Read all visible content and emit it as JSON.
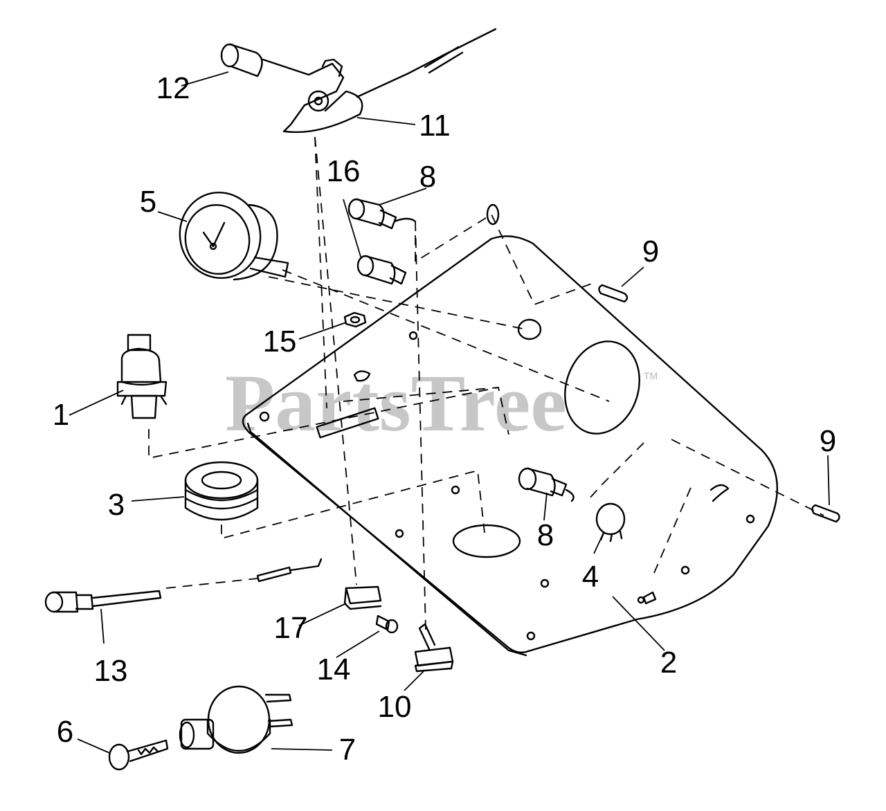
{
  "watermark": {
    "text": "PartsTree",
    "trademark": "TM"
  },
  "callouts": [
    {
      "id": "1",
      "label": "1"
    },
    {
      "id": "2",
      "label": "2"
    },
    {
      "id": "3",
      "label": "3"
    },
    {
      "id": "4",
      "label": "4"
    },
    {
      "id": "5",
      "label": "5"
    },
    {
      "id": "6",
      "label": "6"
    },
    {
      "id": "7",
      "label": "7"
    },
    {
      "id": "8a",
      "label": "8"
    },
    {
      "id": "8b",
      "label": "8"
    },
    {
      "id": "9a",
      "label": "9"
    },
    {
      "id": "9b",
      "label": "9"
    },
    {
      "id": "10",
      "label": "10"
    },
    {
      "id": "11",
      "label": "11"
    },
    {
      "id": "12",
      "label": "12"
    },
    {
      "id": "13",
      "label": "13"
    },
    {
      "id": "14",
      "label": "14"
    },
    {
      "id": "15",
      "label": "15"
    },
    {
      "id": "16",
      "label": "16"
    },
    {
      "id": "17",
      "label": "17"
    }
  ]
}
